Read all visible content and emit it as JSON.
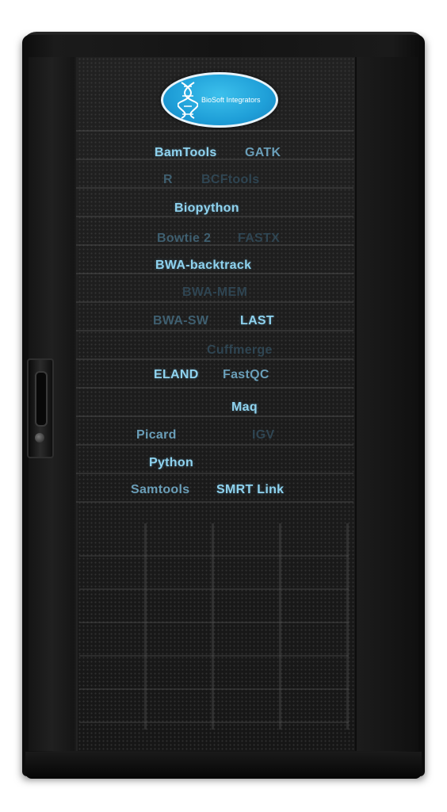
{
  "logo": {
    "text": "BioSoft Integrators",
    "color": "#1f9fd8",
    "icon": "dna-helix-icon"
  },
  "tools": [
    {
      "label": "BamTools",
      "tone": "bright"
    },
    {
      "label": "GATK",
      "tone": "mid"
    },
    {
      "label": "R",
      "tone": "dim"
    },
    {
      "label": "BCFtools",
      "tone": "faint"
    },
    {
      "label": "Biopython",
      "tone": "bright"
    },
    {
      "label": "Bowtie 2",
      "tone": "dim"
    },
    {
      "label": "FASTX",
      "tone": "faint"
    },
    {
      "label": "BWA-backtrack",
      "tone": "bright"
    },
    {
      "label": "BWA-MEM",
      "tone": "faint"
    },
    {
      "label": "BWA-SW",
      "tone": "dim"
    },
    {
      "label": "LAST",
      "tone": "bright"
    },
    {
      "label": "Cuffmerge",
      "tone": "faint"
    },
    {
      "label": "ELAND",
      "tone": "bright"
    },
    {
      "label": "FastQC",
      "tone": "mid"
    },
    {
      "label": "Maq",
      "tone": "bright"
    },
    {
      "label": "Picard",
      "tone": "mid"
    },
    {
      "label": "IGV",
      "tone": "faint"
    },
    {
      "label": "Python",
      "tone": "bright"
    },
    {
      "label": "Samtools",
      "tone": "mid"
    },
    {
      "label": "SMRT Link",
      "tone": "bright"
    }
  ],
  "colors": {
    "cabinet": "#141414",
    "label_bright": "#8fd3ef",
    "label_mid": "#6a9eb8",
    "label_dim": "#3f5f70"
  }
}
